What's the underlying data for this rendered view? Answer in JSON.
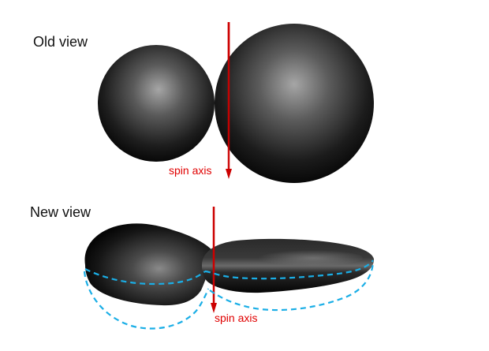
{
  "old_view": {
    "title": "Old view",
    "axis_label": "spin axis"
  },
  "new_view": {
    "title": "New view",
    "axis_label": "spin axis"
  },
  "colors": {
    "background": "#ffffff",
    "axis_arrow": "#cc0000",
    "axis_label": "#e00000",
    "outline_dashed": "#1aaee6",
    "body_dark": "#0a0a0a",
    "body_highlight": "#a8a8a8",
    "title_text": "#111111"
  }
}
